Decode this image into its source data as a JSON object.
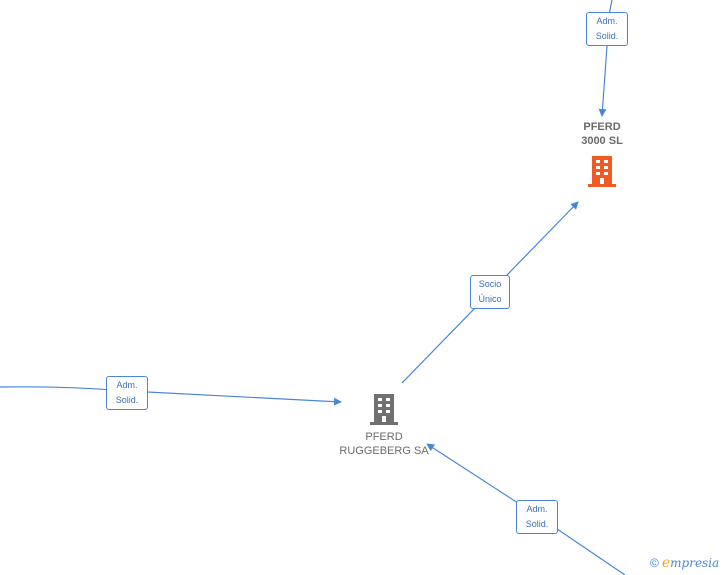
{
  "colors": {
    "edge": "#4a86d8",
    "company_main": "#f15a24",
    "company_other": "#707070",
    "brand_accent": "#f5a623"
  },
  "nodes": {
    "pferd_3000": {
      "line1": "PFERD",
      "line2": "3000  SL",
      "icon": "building-icon",
      "highlight": true
    },
    "pferd_ruggeberg": {
      "line1": "PFERD",
      "line2": "RUGGEBERG SA",
      "icon": "building-icon",
      "highlight": false
    }
  },
  "edges": {
    "top_in": {
      "line1": "Adm.",
      "line2": "Solid."
    },
    "socio": {
      "line1": "Socio",
      "line2": "Único"
    },
    "left_in": {
      "line1": "Adm.",
      "line2": "Solid."
    },
    "bottom_in": {
      "line1": "Adm.",
      "line2": "Solid."
    }
  },
  "brand": {
    "copyright": "©",
    "e_letter": "e",
    "rest": "mpresia"
  }
}
